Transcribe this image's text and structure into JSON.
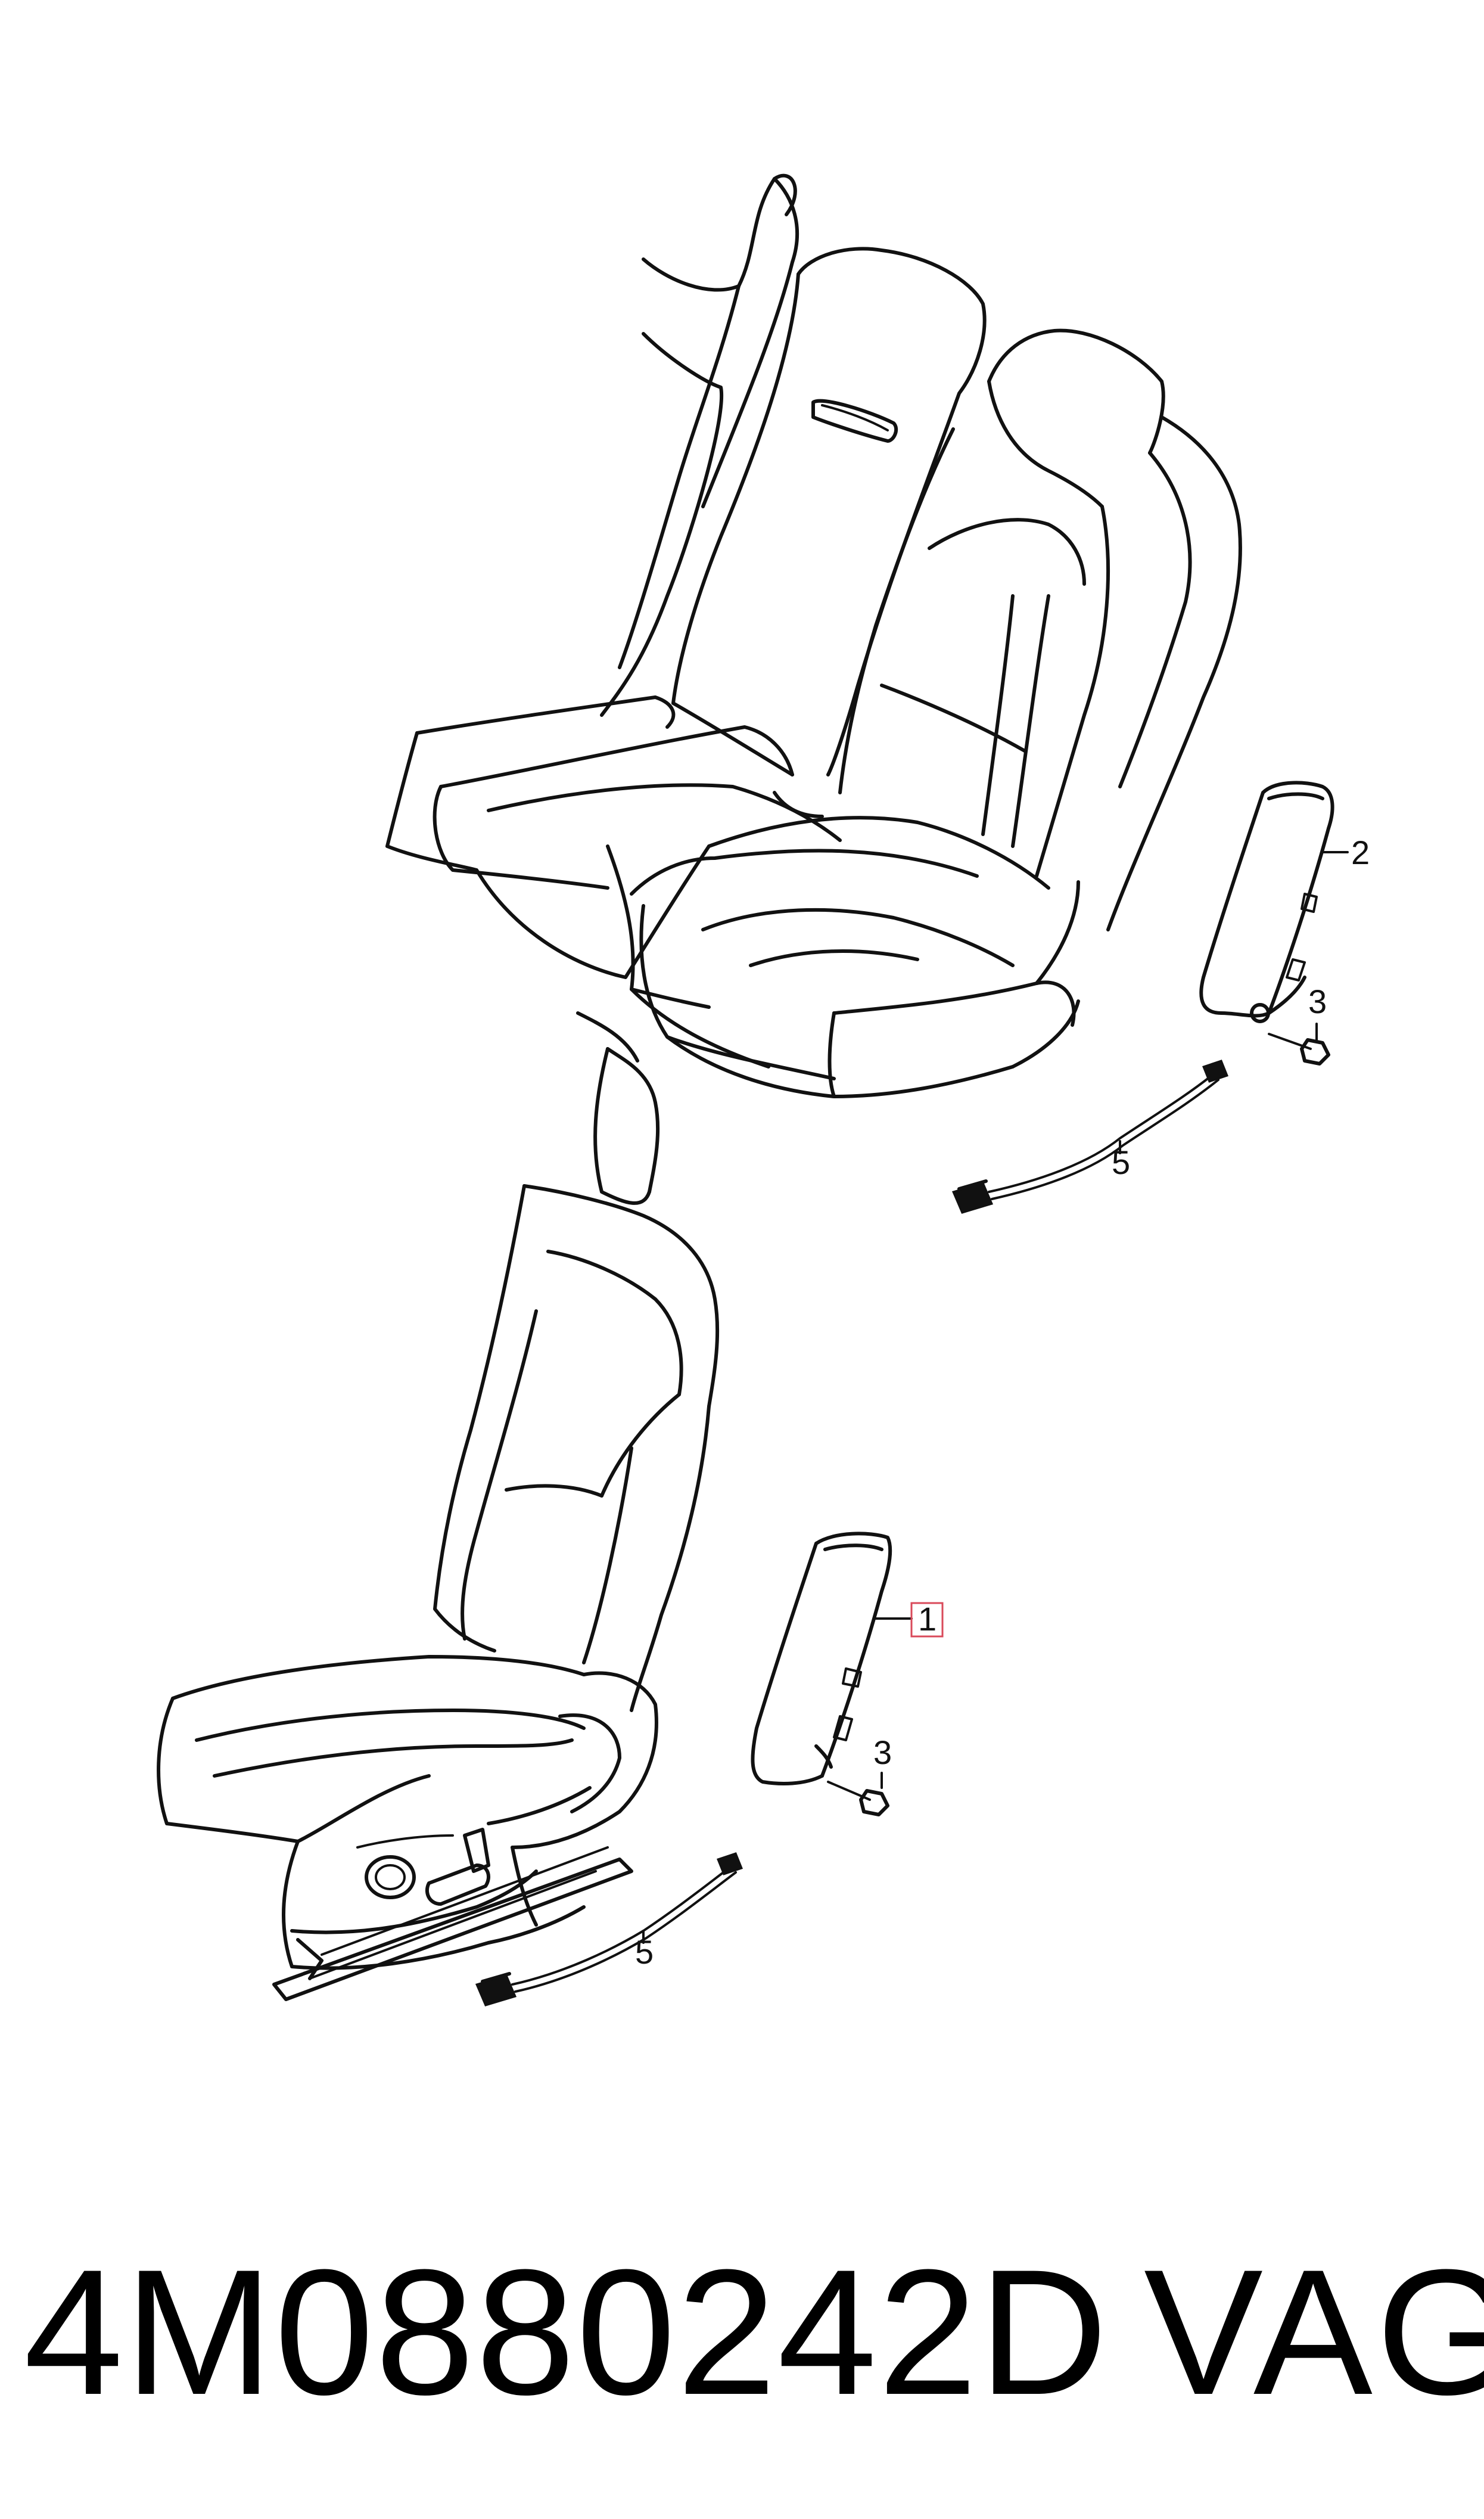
{
  "callouts": {
    "c1": "1",
    "c2": "2",
    "c3a": "3",
    "c3b": "3",
    "c5a": "5",
    "c5b": "5"
  },
  "highlight_color": "#d94a5a",
  "footer": {
    "part_number": "4M0880242D",
    "brand": "VAG"
  }
}
